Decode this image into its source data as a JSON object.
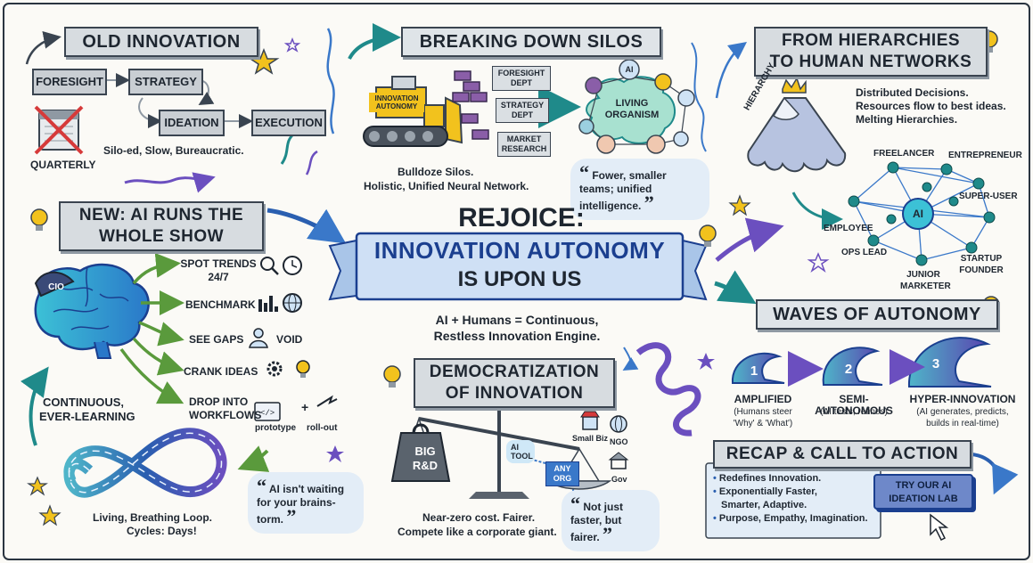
{
  "old_innovation": {
    "title": "OLD INNOVATION",
    "steps": [
      "FORESIGHT",
      "STRATEGY",
      "IDEATION",
      "EXECUTION"
    ],
    "calendar_label": "QUARTERLY",
    "caption": "Silo-ed, Slow, Bureaucratic."
  },
  "breaking_silos": {
    "title": "BREAKING DOWN SILOS",
    "bulldozer_label": "INNOVATION AUTONOMY",
    "depts": [
      "FORESIGHT DEPT",
      "STRATEGY DEPT",
      "MARKET RESEARCH"
    ],
    "organism_label": "LIVING ORGANISM",
    "organism_node": "AI",
    "caption_1": "Bulldoze Silos.",
    "caption_2": "Holistic, Unified Neural Network.",
    "quote": "Fower, smaller teams; unified intelligence."
  },
  "hierarchies": {
    "title_1": "FROM HIERARCHIES",
    "title_2": "TO HUMAN NETWORKS",
    "mountain_label": "HIERARCHY",
    "notes": [
      "Distributed Decisions.",
      "Resources flow to best ideas.",
      "Melting Hierarchies."
    ],
    "network_center": "AI",
    "roles": [
      "FREELANCER",
      "ENTREPRENEUR",
      "SUPER-USER",
      "EMPLOYEE",
      "OPS LEAD",
      "JUNIOR MARKETER",
      "STARTUP FOUNDER"
    ]
  },
  "ai_show": {
    "title_1": "NEW: AI RUNS THE",
    "title_2": "WHOLE SHOW",
    "brain_cap": "CIO",
    "items": [
      "SPOT TRENDS 24/7",
      "BENCHMARK",
      "SEE GAPS",
      "CRANK IDEAS",
      "DROP INTO WORKFLOWS"
    ],
    "void_label": "VOID",
    "prototype_label": "prototype",
    "plus": "+",
    "rollout_label": "roll-out",
    "loop_label_1": "CONTINUOUS,",
    "loop_label_2": "EVER-LEARNING",
    "loop_caption_1": "Living, Breathing Loop.",
    "loop_caption_2": "Cycles: Days!",
    "quote": "AI isn't waiting for your brains-torm."
  },
  "center": {
    "title": "REJOICE:",
    "ribbon_1": "INNOVATION AUTONOMY",
    "ribbon_2": "IS UPON US",
    "sub_1": "AI + Humans = Continuous,",
    "sub_2": "Restless Innovation Engine."
  },
  "democratization": {
    "title_1": "DEMOCRATIZATION",
    "title_2": "OF INNOVATION",
    "weight_label_1": "BIG",
    "weight_label_2": "R&D",
    "ai_tool": "AI TOOL",
    "any_org": "ANY ORG",
    "entities": [
      "Small Biz",
      "NGO",
      "Gov"
    ],
    "caption_1": "Near-zero cost. Fairer.",
    "caption_2": "Compete like a corporate giant.",
    "quote": "Not just faster, but fairer."
  },
  "waves": {
    "title": "WAVES OF AUTONOMY",
    "items": [
      {
        "num": "1",
        "name": "AMPLIFIED",
        "desc_1": "(Humans steer",
        "desc_2": "'Why' & 'What')"
      },
      {
        "num": "2",
        "name": "SEMI-AUTONOMOUS",
        "desc_1": "(AI tests, refines)",
        "desc_2": ""
      },
      {
        "num": "3",
        "name": "HYPER-INNOVATION",
        "desc_1": "(AI generates, predicts,",
        "desc_2": "builds in real-time)"
      }
    ]
  },
  "recap": {
    "title": "RECAP & CALL TO ACTION",
    "bullets": [
      "Redefines Innovation.",
      "Exponentially Faster,",
      "Smarter, Adaptive.",
      "Purpose, Empathy, Imagination."
    ],
    "button_1": "TRY OUR AI",
    "button_2": "IDEATION LAB"
  },
  "colors": {
    "teal": "#1f8a8a",
    "purple": "#6b4fbf",
    "blue": "#3a78c9",
    "navy": "#1b3f8f",
    "green": "#5a9a3c",
    "yellow": "#f2c21d",
    "red": "#d63a3a"
  }
}
